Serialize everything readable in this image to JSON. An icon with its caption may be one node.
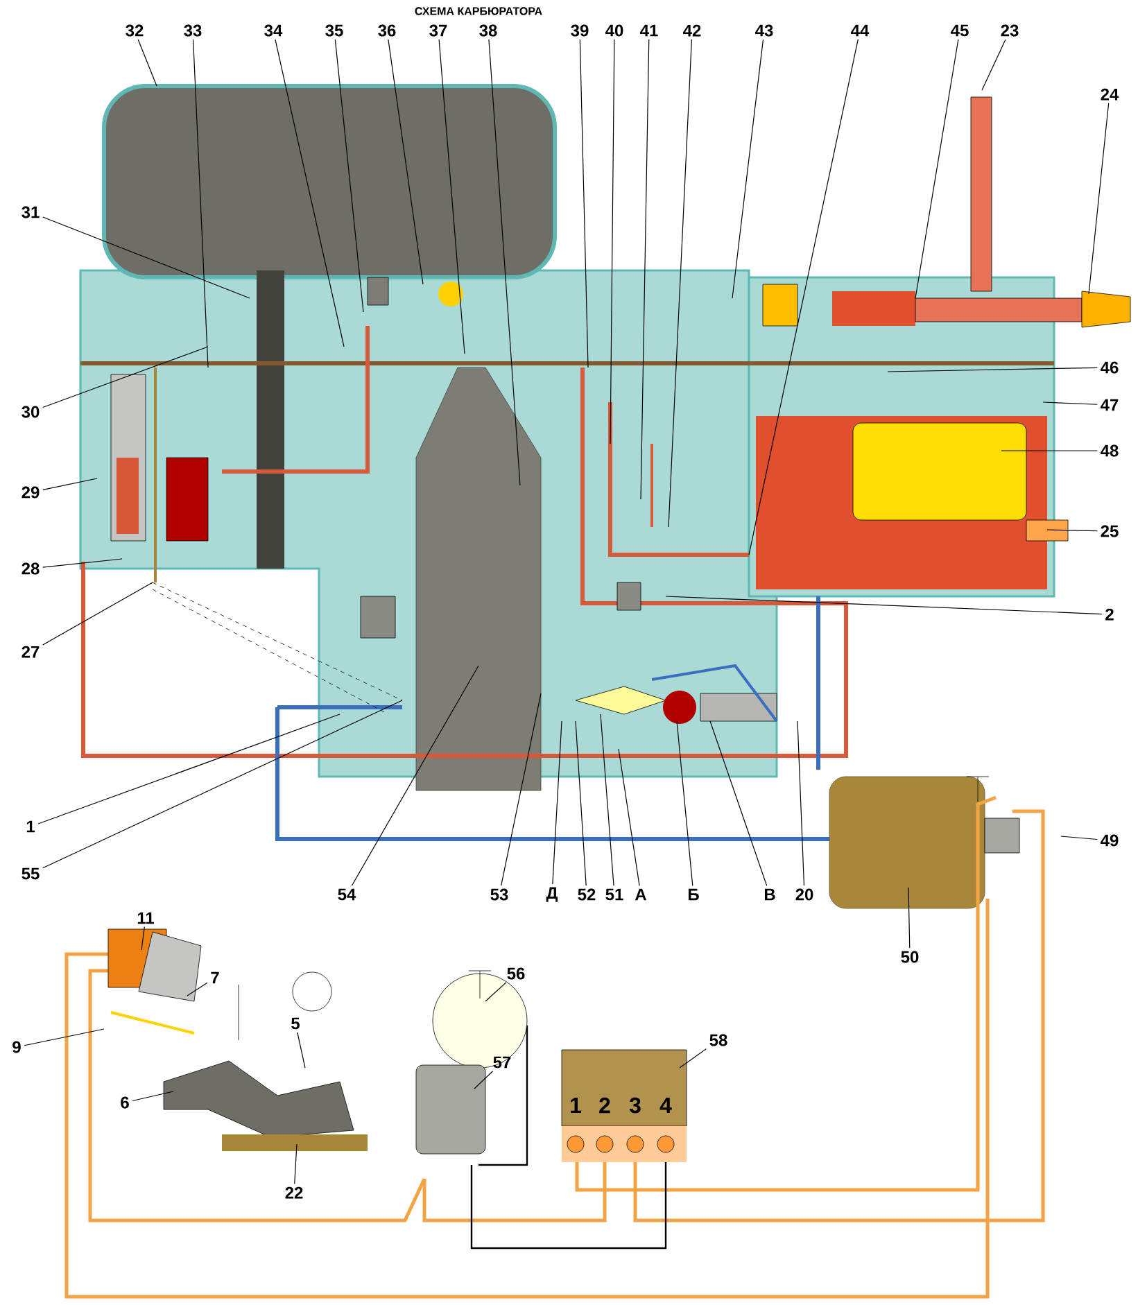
{
  "diagram": {
    "title": "СХЕМА КАРБЮРАТОРА",
    "nodes": [
      {
        "text": [
          "32"
        ]
      },
      {
        "text": [
          "33"
        ]
      },
      {
        "text": [
          "34"
        ]
      },
      {
        "text": [
          "35"
        ]
      },
      {
        "text": [
          "36"
        ]
      },
      {
        "text": [
          "37"
        ]
      },
      {
        "text": [
          "38"
        ]
      },
      {
        "text": [
          "39"
        ]
      },
      {
        "text": [
          "40"
        ]
      },
      {
        "text": [
          "41"
        ]
      },
      {
        "text": [
          "42"
        ]
      },
      {
        "text": [
          "43"
        ]
      },
      {
        "text": [
          "44"
        ]
      },
      {
        "text": [
          "45"
        ]
      },
      {
        "text": [
          "23"
        ]
      },
      {
        "text": [
          "24"
        ]
      },
      {
        "text": [
          "31"
        ]
      },
      {
        "text": [
          "46"
        ]
      },
      {
        "text": [
          "47"
        ]
      },
      {
        "text": [
          "30"
        ]
      },
      {
        "text": [
          "48"
        ]
      },
      {
        "text": [
          "29"
        ]
      },
      {
        "text": [
          "28"
        ]
      },
      {
        "text": [
          "25"
        ]
      },
      {
        "text": [
          "27"
        ]
      },
      {
        "text": [
          "2"
        ]
      },
      {
        "text": [
          "1"
        ]
      },
      {
        "text": [
          "49"
        ]
      },
      {
        "text": [
          "55"
        ]
      },
      {
        "text": [
          "54"
        ]
      },
      {
        "text": [
          "53"
        ]
      },
      {
        "text": [
          "Д"
        ]
      },
      {
        "text": [
          "52"
        ]
      },
      {
        "text": [
          "51"
        ]
      },
      {
        "text": [
          "А"
        ]
      },
      {
        "text": [
          "Б"
        ]
      },
      {
        "text": [
          "В"
        ]
      },
      {
        "text": [
          "20"
        ]
      },
      {
        "text": [
          "50"
        ]
      },
      {
        "text": [
          "11"
        ]
      },
      {
        "text": [
          "56"
        ]
      },
      {
        "text": [
          "7"
        ]
      },
      {
        "text": [
          "5"
        ]
      },
      {
        "text": [
          "58"
        ]
      },
      {
        "text": [
          "9"
        ]
      },
      {
        "text": [
          "57"
        ]
      },
      {
        "text": [
          "6"
        ]
      },
      {
        "text": [
          "22"
        ]
      }
    ],
    "edges": [
      {
        "from": 0,
        "to": null,
        "arrow": "none"
      },
      {
        "from": 1,
        "to": null,
        "arrow": "none"
      },
      {
        "from": 2,
        "to": null,
        "arrow": "none"
      },
      {
        "from": 3,
        "to": null,
        "arrow": "none"
      },
      {
        "from": 4,
        "to": null,
        "arrow": "none"
      },
      {
        "from": 5,
        "to": null,
        "arrow": "none"
      },
      {
        "from": 6,
        "to": null,
        "arrow": "none"
      },
      {
        "from": 7,
        "to": null,
        "arrow": "none"
      },
      {
        "from": 8,
        "to": null,
        "arrow": "none"
      },
      {
        "from": 9,
        "to": null,
        "arrow": "none"
      },
      {
        "from": 10,
        "to": null,
        "arrow": "none"
      },
      {
        "from": 11,
        "to": null,
        "arrow": "none"
      },
      {
        "from": 12,
        "to": null,
        "arrow": "none"
      },
      {
        "from": 13,
        "to": null,
        "arrow": "none"
      },
      {
        "from": 14,
        "to": null,
        "arrow": "none"
      },
      {
        "from": 15,
        "to": null,
        "arrow": "none"
      },
      {
        "from": 16,
        "to": null,
        "arrow": "none"
      },
      {
        "from": 17,
        "to": null,
        "arrow": "none"
      },
      {
        "from": 18,
        "to": null,
        "arrow": "none"
      },
      {
        "from": 19,
        "to": null,
        "arrow": "none"
      },
      {
        "from": 20,
        "to": null,
        "arrow": "none"
      },
      {
        "from": 21,
        "to": null,
        "arrow": "none"
      },
      {
        "from": 22,
        "to": null,
        "arrow": "none"
      },
      {
        "from": 23,
        "to": null,
        "arrow": "none"
      },
      {
        "from": 24,
        "to": null,
        "arrow": "none"
      },
      {
        "from": 25,
        "to": null,
        "arrow": "none"
      },
      {
        "from": 26,
        "to": null,
        "arrow": "none"
      },
      {
        "from": 27,
        "to": null,
        "arrow": "none"
      },
      {
        "from": 28,
        "to": null,
        "arrow": "none"
      },
      {
        "from": 29,
        "to": null,
        "arrow": "none"
      },
      {
        "from": 30,
        "to": null,
        "arrow": "none"
      },
      {
        "from": 31,
        "to": null,
        "arrow": "none"
      },
      {
        "from": 32,
        "to": null,
        "arrow": "none"
      },
      {
        "from": 33,
        "to": null,
        "arrow": "none"
      },
      {
        "from": 34,
        "to": null,
        "arrow": "none"
      },
      {
        "from": 35,
        "to": null,
        "arrow": "none"
      },
      {
        "from": 36,
        "to": null,
        "arrow": "none"
      },
      {
        "from": 37,
        "to": null,
        "arrow": "none"
      },
      {
        "from": 38,
        "to": null,
        "arrow": "none"
      },
      {
        "from": 39,
        "to": null,
        "arrow": "none"
      },
      {
        "from": 40,
        "to": null,
        "arrow": "none"
      },
      {
        "from": 41,
        "to": null,
        "arrow": "none"
      },
      {
        "from": 42,
        "to": null,
        "arrow": "none"
      },
      {
        "from": 43,
        "to": null,
        "arrow": "none"
      },
      {
        "from": 44,
        "to": null,
        "arrow": "none"
      },
      {
        "from": 45,
        "to": null,
        "arrow": "none"
      },
      {
        "from": 46,
        "to": null,
        "arrow": "none"
      },
      {
        "from": 47,
        "to": null,
        "arrow": "none"
      }
    ],
    "labels": [
      "1",
      "2",
      "3",
      "4"
    ]
  }
}
